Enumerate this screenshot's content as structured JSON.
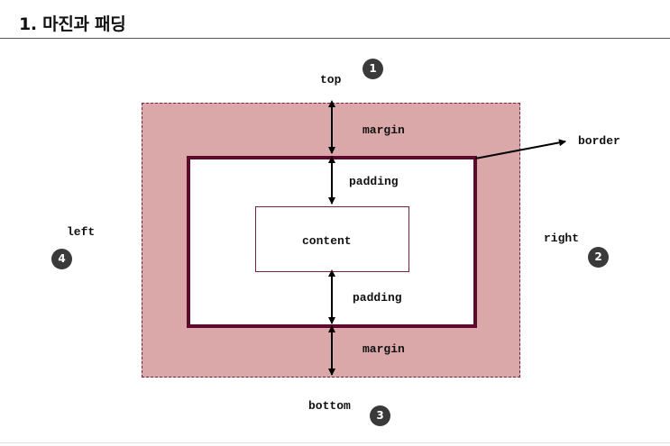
{
  "header": {
    "title": "1. 마진과 패딩"
  },
  "diagram": {
    "top_label": "top",
    "right_label": "right",
    "bottom_label": "bottom",
    "left_label": "left",
    "margin_top_label": "margin",
    "margin_bottom_label": "margin",
    "padding_top_label": "padding",
    "padding_bottom_label": "padding",
    "content_label": "content",
    "border_label": "border",
    "badges": {
      "top": "1",
      "right": "2",
      "bottom": "3",
      "left": "4"
    },
    "colors": {
      "margin_fill": "#dba8a9",
      "margin_dash": "#7a1f3d",
      "border": "#5e0a2c",
      "badge": "#3a3a3a"
    }
  }
}
